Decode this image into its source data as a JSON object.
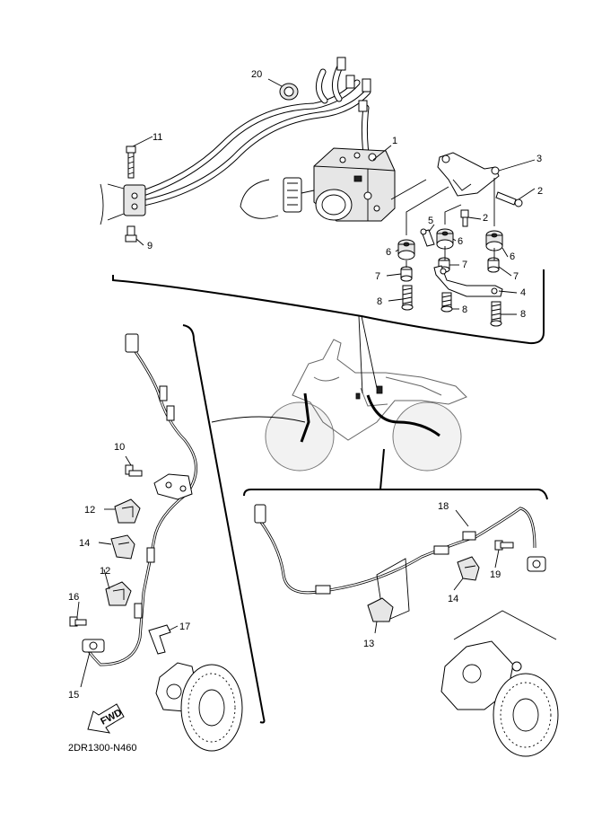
{
  "diagram_code": "2DR1300-N460",
  "fwd_label": "FWD",
  "callouts": [
    "1",
    "2",
    "2",
    "3",
    "4",
    "5",
    "6",
    "6",
    "6",
    "7",
    "7",
    "7",
    "8",
    "8",
    "8",
    "9",
    "10",
    "11",
    "12",
    "12",
    "13",
    "14",
    "14",
    "15",
    "16",
    "17",
    "18",
    "19",
    "20"
  ]
}
